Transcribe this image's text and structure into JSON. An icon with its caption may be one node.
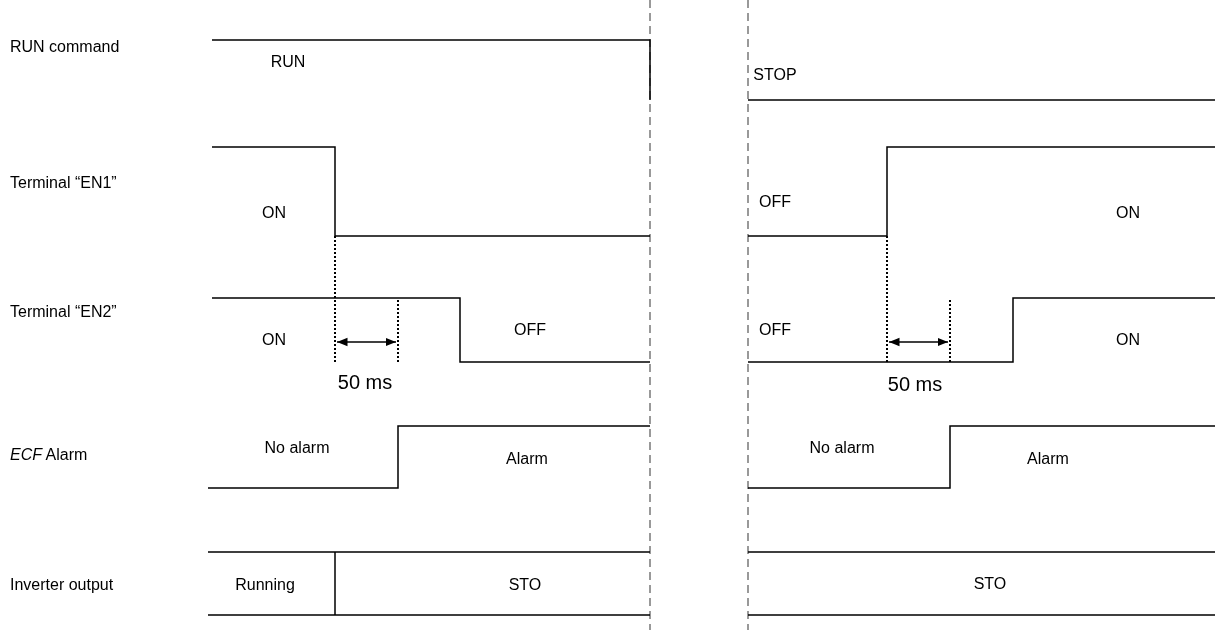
{
  "diagram": {
    "labels": [
      "RUN command",
      "RUN",
      "STOP",
      "Terminal “EN1”",
      "ON",
      "OFF",
      "ON",
      "Terminal “EN2”",
      "ON",
      "OFF",
      "OFF",
      "ON",
      "50 ms",
      "50 ms",
      "*ECF* Alarm",
      "No alarm",
      "Alarm",
      "No alarm",
      "Alarm",
      "Inverter output",
      "Running",
      "STO",
      "STO"
    ]
  }
}
